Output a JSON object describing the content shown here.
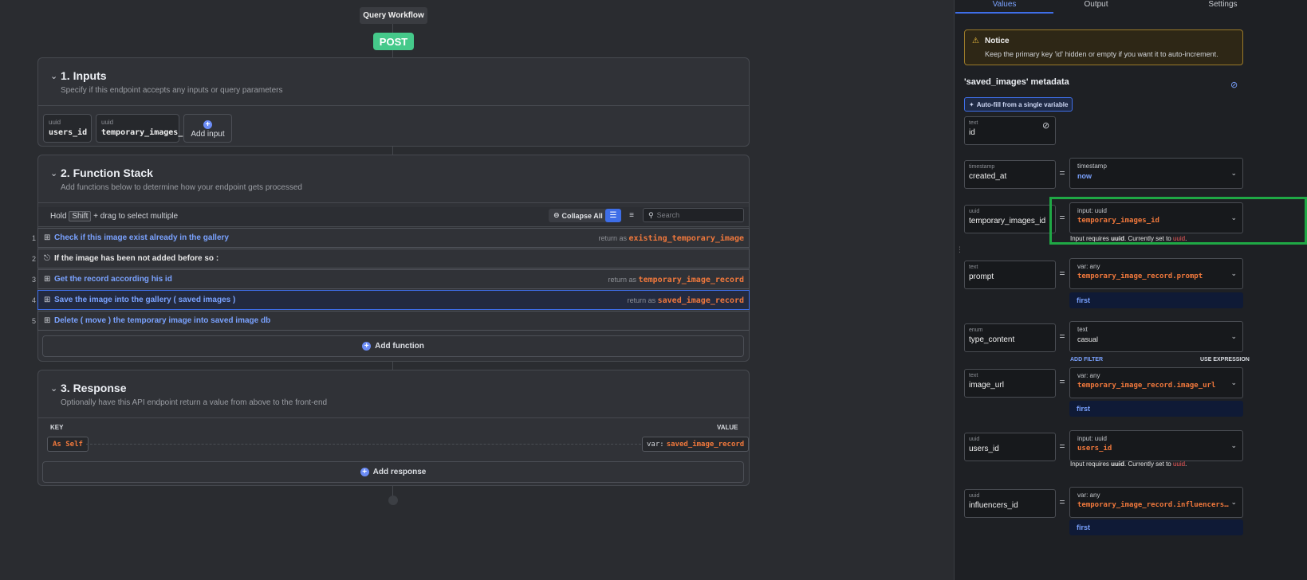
{
  "workflow": {
    "title": "Query Workflow",
    "method": "POST"
  },
  "inputs": {
    "title": "1. Inputs",
    "subtitle": "Specify if this endpoint accepts any inputs or query parameters",
    "items": [
      {
        "type": "uuid",
        "name": "users_id"
      },
      {
        "type": "uuid",
        "name": "temporary_images_id"
      }
    ],
    "add_label": "Add input"
  },
  "function_stack": {
    "title": "2. Function Stack",
    "subtitle": "Add functions below to determine how your endpoint gets processed",
    "hold_prefix": "Hold",
    "hold_key": "Shift",
    "hold_suffix": "+ drag to select multiple",
    "collapse_label": "Collapse All",
    "search_placeholder": "Search",
    "return_prefix": "return as",
    "items": [
      {
        "num": "1",
        "label": "Check if this image exist already in the gallery",
        "return_var": "existing_temporary_image"
      },
      {
        "num": "2",
        "label": "If the image has been not added before so :",
        "return_var": ""
      },
      {
        "num": "3",
        "label": "Get the record according his id",
        "return_var": "temporary_image_record"
      },
      {
        "num": "4",
        "label": "Save the image into the gallery ( saved images )",
        "return_var": "saved_image_record"
      },
      {
        "num": "5",
        "label": "Delete ( move ) the temporary image into saved image db",
        "return_var": ""
      }
    ],
    "add_label": "Add function"
  },
  "response": {
    "title": "3. Response",
    "subtitle": "Optionally have this API endpoint return a value from above to the front-end",
    "key_header": "KEY",
    "value_header": "VALUE",
    "key": "As Self",
    "value_prefix": "var:",
    "value": "saved_image_record",
    "add_label": "Add response"
  },
  "panel": {
    "tabs": [
      "Values",
      "Output",
      "Settings"
    ],
    "active_tab": "Values",
    "notice": {
      "title": "Notice",
      "text": "Keep the primary key 'id' hidden or empty if you want it to auto-increment."
    },
    "metadata_title": "'saved_images' metadata",
    "autofill_label": "Auto-fill from a single variable",
    "add_filter": "ADD FILTER",
    "use_expression": "USE EXPRESSION",
    "warning_prefix": "Input requires",
    "warning_type": "uuid",
    "warning_mid": ". Currently set to",
    "warning_current": "uuid",
    "fields": [
      {
        "type": "text",
        "name": "id"
      },
      {
        "type": "timestamp",
        "name": "created_at",
        "value_type": "timestamp",
        "value": "now",
        "style": "blue"
      },
      {
        "type": "uuid",
        "name": "temporary_images_id",
        "value_type": "input: uuid",
        "value": "temporary_images_id",
        "style": "orange"
      },
      {
        "type": "text",
        "name": "prompt",
        "value_type": "var: any",
        "value": "temporary_image_record.prompt",
        "style": "orange",
        "filter": "first"
      },
      {
        "type": "enum",
        "name": "type_content",
        "value_type": "text",
        "value": "casual",
        "style": "white"
      },
      {
        "type": "text",
        "name": "image_url",
        "value_type": "var: any",
        "value": "temporary_image_record.image_url",
        "style": "orange",
        "filter": "first"
      },
      {
        "type": "uuid",
        "name": "users_id",
        "value_type": "input: uuid",
        "value": "users_id",
        "style": "orange"
      },
      {
        "type": "uuid",
        "name": "influencers_id",
        "value_type": "var: any",
        "value": "temporary_image_record.influencers…",
        "style": "orange",
        "filter": "first"
      }
    ]
  },
  "colors": {
    "accent": "#3e6ee8",
    "post": "#45c98a",
    "var": "#f0783c",
    "highlight": "#1fa845",
    "notice_border": "#9a7a2a"
  }
}
